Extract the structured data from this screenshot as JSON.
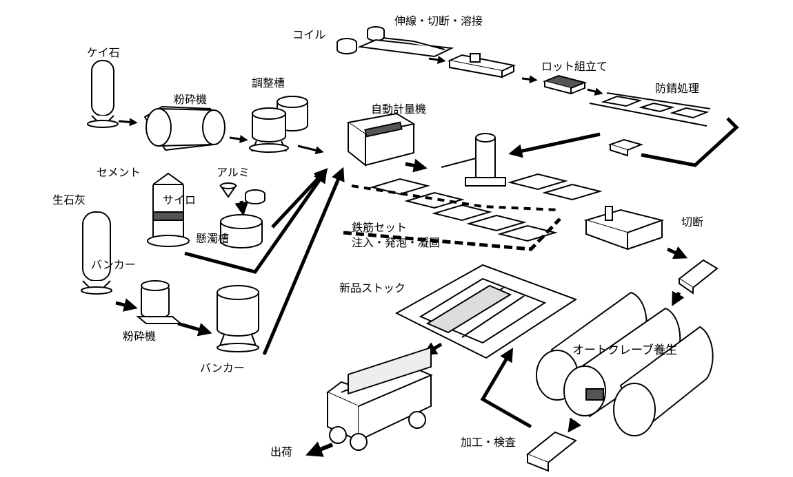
{
  "labels": {
    "silica_stone": "ケイ石",
    "crusher_1": "粉砕機",
    "adjust_tank": "調整槽",
    "coil": "コイル",
    "wire_process": "伸線・切断・溶接",
    "lot_assembly": "ロット組立て",
    "rust_proofing": "防錆処理",
    "auto_weigher": "自動計量機",
    "cement": "セメント",
    "silo": "サイロ",
    "aluminum": "アルミ",
    "quicklime": "生石灰",
    "suspension_tank": "懸濁槽",
    "bunker_1": "バンカー",
    "rebar_set_line1": "鉄筋セット",
    "rebar_set_line2": "注入・発泡・凝固",
    "cutting": "切断",
    "crusher_2": "粉砕機",
    "bunker_2": "バンカー",
    "new_stock": "新品ストック",
    "autoclave_curing": "オートクレーブ養生",
    "processing_inspection": "加工・検査",
    "shipping": "出荷"
  },
  "colors": {
    "line": "#000000",
    "fill": "#ffffff",
    "shade": "#d8d8d8"
  }
}
